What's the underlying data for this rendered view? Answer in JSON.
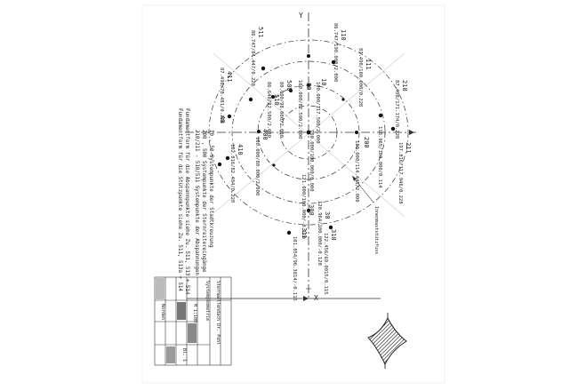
{
  "axes": {
    "x_label": "X",
    "y_label": "Y"
  },
  "hub_labels": {
    "center": "100.000/100.000/0.000",
    "h200": "200",
    "h210": "210",
    "h211": "211",
    "h300": "300",
    "h311": "311",
    "h310": "310",
    "h30": "30",
    "h20": "20",
    "h110": "110",
    "h111": "111",
    "h10": "10",
    "h50": "50",
    "h500": "500",
    "h510": "510",
    "h511": "511",
    "h40": "40",
    "h400": "400",
    "h410": "410",
    "h411": "411"
  },
  "coord_labels": {
    "c200": "180.000/114.445/2.000",
    "c210": "87.498/171.174/0.228",
    "c211": "197.816/117.946/0.228",
    "c300": "121.000/100.000/-0.120",
    "c311": "101.854/96.3814/-0.115",
    "c310": "122.456/69.0015/0.115",
    "c30": "120.964/100.000/-0.120",
    "c110": "86.747/198.000/2.000",
    "c111": "87.498/100.000/0.228",
    "c10": "100.000/117.500/2.000",
    "c50": "100.000/82.500/2.000",
    "c500": "80.000/98.000/2.000",
    "c510": "86.640/82.500/2.000",
    "c511": "86.747/84.447/0.228",
    "c40": "87.498/78.481/0.228",
    "c400": "100.000/80.000/2.000",
    "c410": "102.816/82.484/0.228",
    "c_off": "118.965/100.000/0.114"
  },
  "legend": {
    "line1": "10 , 50        Systempunkte der Stadtkreuzung",
    "line2": "200 , 500      Systempunkte der Sternreitereingänge",
    "line3": "210/211 - 510/511   Systempunkte der Abspannungen",
    "line4": "Fundamentform für die Abspannpunkte siehe Zu. 511, 513 + 514",
    "line5": "Fundamentform für die Stützpunkte siehe Zu. 511, 513a + 514"
  },
  "leader_label": "Innenmaststützfuss",
  "title_block": {
    "north": "Norden",
    "project": "Sternwellendach Dr. Pohl",
    "drawing": "Systemgeometrie",
    "scale": "M 1:100",
    "sheet": "Bl. 1"
  }
}
